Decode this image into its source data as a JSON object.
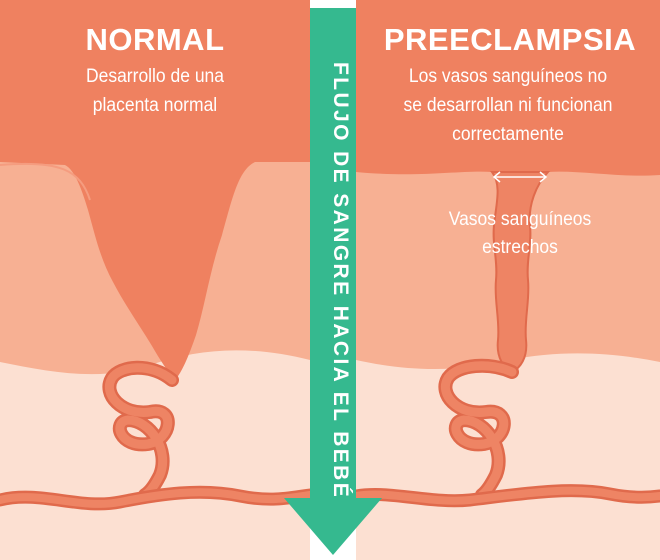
{
  "left_panel": {
    "title": "NORMAL",
    "description_lines": [
      "Desarrollo de una",
      "placenta normal"
    ]
  },
  "right_panel": {
    "title": "PREECLAMPSIA",
    "description_lines": [
      "Los vasos sanguíneos no",
      "se desarrollan ni funcionan",
      "correctamente"
    ],
    "vessel_label_lines": [
      "Vasos sanguíneos",
      "estrechos"
    ]
  },
  "arrow": {
    "label": "FLUJO DE SANGRE HACIA EL BEBÉ"
  },
  "colors": {
    "top_layer": "#ef8160",
    "middle_layer": "#f7b093",
    "bottom_layer": "#fce0d2",
    "vessel": "#ee8464",
    "vessel_stroke": "#e06a4c",
    "arrow": "#35b98f",
    "text": "#ffffff"
  }
}
